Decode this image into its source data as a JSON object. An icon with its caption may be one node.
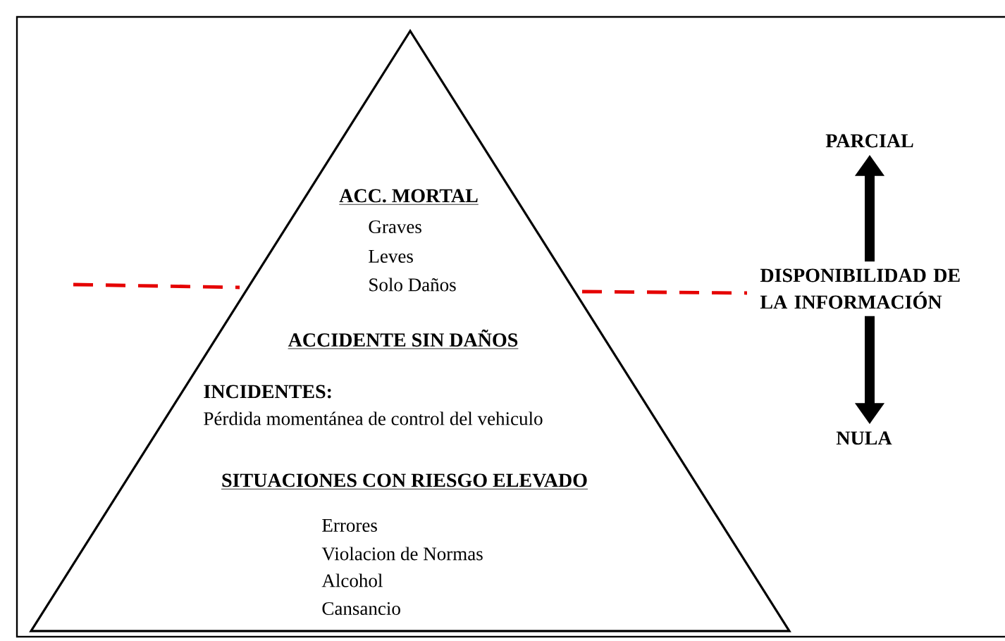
{
  "diagram": {
    "nodes": [
      {
        "text": [
          "ACC. MORTAL",
          "Graves",
          "Leves",
          "Solo Daños",
          "ACCIDENTE SIN DAÑOS",
          "INCIDENTES:",
          "Pérdida momentánea de control del vehiculo",
          "SITUACIONES CON RIESGO ELEVADO",
          "Errores",
          "Violacion de Normas",
          "Alcohol",
          "Cansancio"
        ]
      },
      {
        "text": [
          "PARCIAL"
        ]
      },
      {
        "text": [
          "DISPONIBILIDAD DE LA INFORMACIÓN"
        ]
      },
      {
        "text": [
          "NULA"
        ]
      }
    ],
    "edges": [
      {
        "from": 2,
        "to": 1,
        "arrow": "to"
      },
      {
        "from": 2,
        "to": 3,
        "arrow": "to"
      }
    ]
  }
}
